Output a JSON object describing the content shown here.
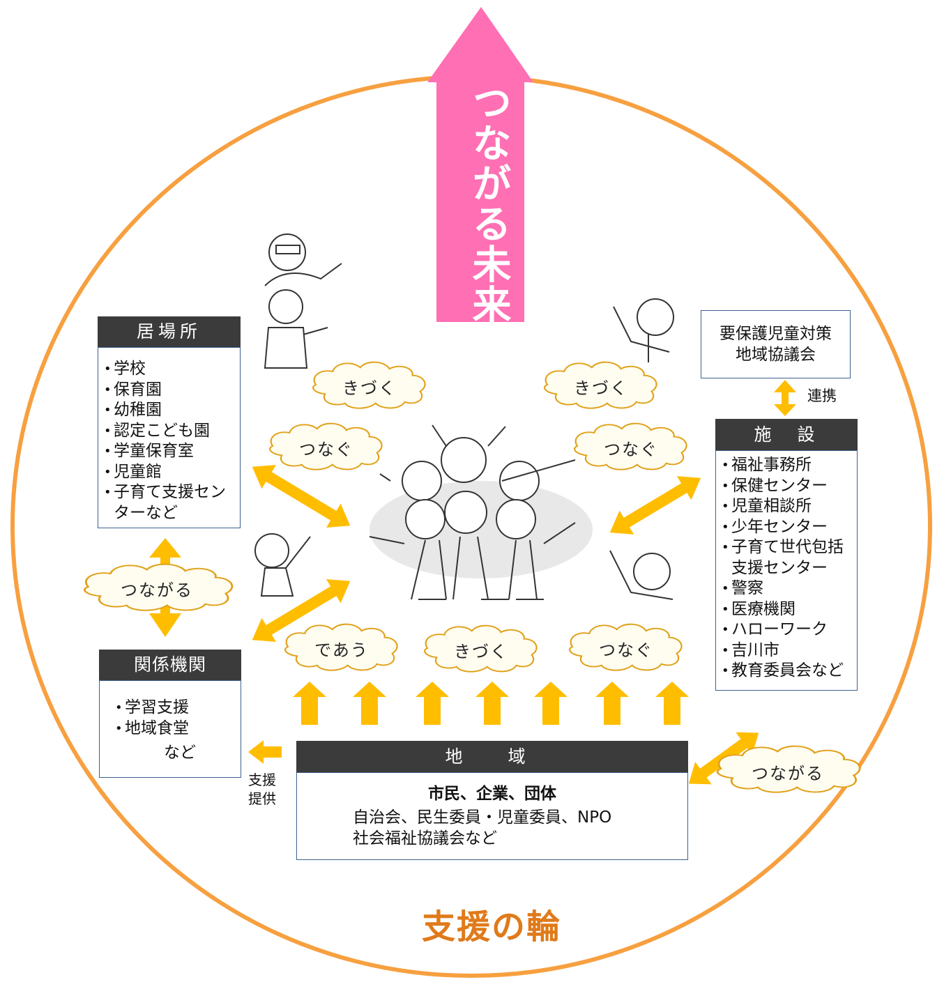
{
  "future_arrow": {
    "label": "つながる未来",
    "color": "#ff6fb3"
  },
  "ring": {
    "title": "支援の輪",
    "color": "#f7a040",
    "title_color": "#e07a1a"
  },
  "ibasho": {
    "header": "居場所",
    "items": [
      "学校",
      "保育園",
      "幼稚園",
      "認定こども園",
      "学童保育室",
      "児童館",
      "子育て支援センターなど"
    ]
  },
  "kankei": {
    "header": "関係機関",
    "items": [
      "学習支援",
      "地域食堂"
    ],
    "suffix": "など"
  },
  "shisetsu": {
    "header": "施　設",
    "items": [
      "福祉事務所",
      "保健センター",
      "児童相談所",
      "少年センター",
      "子育て世代包括支援センター",
      "警察",
      "医療機関",
      "ハローワーク",
      "吉川市",
      "教育委員会など"
    ]
  },
  "yohogo": {
    "line1": "要保護児童対策",
    "line2": "地域協議会",
    "link_label": "連携"
  },
  "chiiki": {
    "header": "地　域",
    "line1": "市民、企業、団体",
    "line2": "自治会、民生委員・児童委員、NPO",
    "line3": "社会福祉協議会など"
  },
  "support_label": {
    "line1": "支援",
    "line2": "提供"
  },
  "clouds": {
    "kizuku_left": "きづく",
    "kizuku_right": "きづく",
    "tsunagu_left": "つなぐ",
    "tsunagu_right": "つなぐ",
    "tsunagaru_left": "つながる",
    "tsunagaru_right": "つながる",
    "deau": "であう",
    "kizuku_bottom": "きづく",
    "tsunagu_bottom": "つなぐ"
  },
  "arrow_color": "#ffbd00"
}
